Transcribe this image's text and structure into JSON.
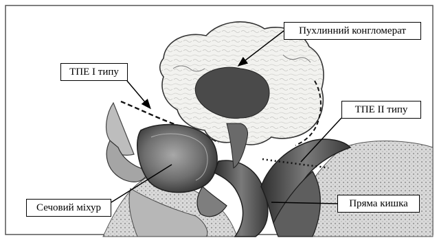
{
  "figure": {
    "labels": {
      "tumor_conglomerate": "Пухлинний конгломерат",
      "tpe_type_1": "ТПЕ І типу",
      "tpe_type_2": "ТПЕ ІІ типу",
      "urinary_bladder": "Сечовий міхур",
      "rectum": "Пряма кишка"
    },
    "colors": {
      "ink": "#000000",
      "frame": "#555555",
      "tumor_fill": "#f2f2ef",
      "tumor_core": "#4a4a4a",
      "tissue_mid": "#8c8c8c",
      "tissue_dark": "#3c3c3c",
      "pelvic_light": "#cfcfcf"
    }
  }
}
